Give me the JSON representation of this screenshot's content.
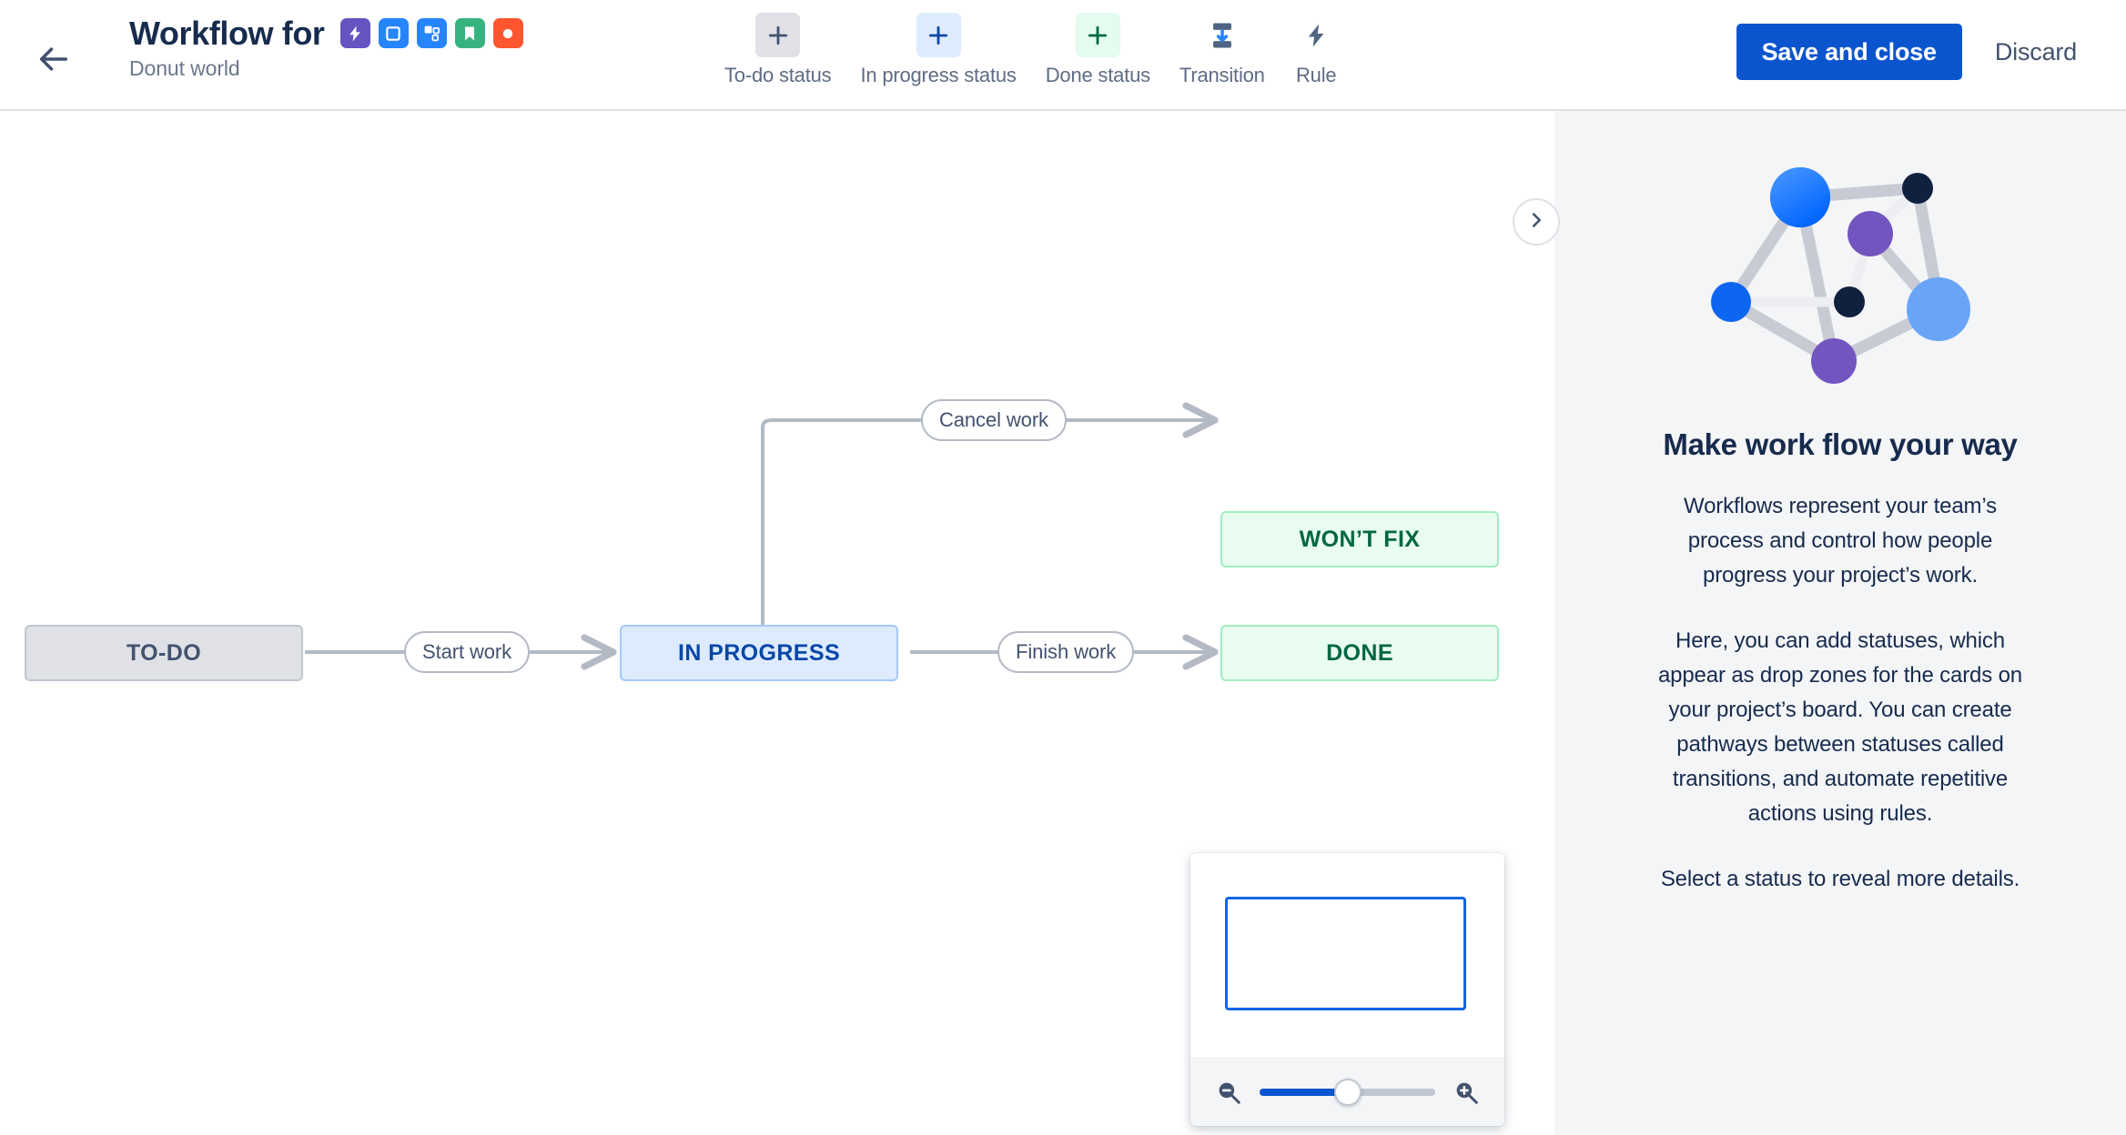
{
  "header": {
    "back_icon": "arrow-left-icon",
    "title": "Workflow for",
    "subtitle": "Donut world",
    "project_icons": [
      {
        "name": "lightning-bolt-icon",
        "color": "#6554c0"
      },
      {
        "name": "square-outline-icon",
        "color": "#2684ff"
      },
      {
        "name": "connected-nodes-icon",
        "color": "#2684ff"
      },
      {
        "name": "bookmark-icon",
        "color": "#36b37e"
      },
      {
        "name": "circle-filled-icon",
        "color": "#ff5630"
      }
    ],
    "tools": [
      {
        "label": "To-do status",
        "icon": "plus-icon",
        "bg": "#dfe1e6",
        "fg": "#42526e"
      },
      {
        "label": "In progress status",
        "icon": "plus-icon",
        "bg": "#deebff",
        "fg": "#0747a6"
      },
      {
        "label": "Done status",
        "icon": "plus-icon",
        "bg": "#e3fcef",
        "fg": "#006644"
      },
      {
        "label": "Transition",
        "icon": "transition-icon",
        "bg": "transparent",
        "fg": "#42526e"
      },
      {
        "label": "Rule",
        "icon": "lightning-bolt-icon",
        "bg": "transparent",
        "fg": "#42526e"
      }
    ],
    "save_label": "Save and close",
    "discard_label": "Discard",
    "primary_color": "#0a55ce"
  },
  "canvas": {
    "collapse_icon": "chevron-right-icon",
    "nodes": [
      {
        "id": "todo",
        "label": "TO-DO",
        "category": "to-do",
        "color": "#dfe1e6",
        "text_color": "#42526e"
      },
      {
        "id": "inprogress",
        "label": "IN PROGRESS",
        "category": "in-progress",
        "color": "#deebff",
        "text_color": "#0747a6"
      },
      {
        "id": "wontfix",
        "label": "WON’T FIX",
        "category": "done",
        "color": "#e8fcef",
        "text_color": "#006644"
      },
      {
        "id": "done",
        "label": "DONE",
        "category": "done",
        "color": "#e8fcef",
        "text_color": "#006644"
      }
    ],
    "transitions": [
      {
        "id": "start",
        "label": "Start work",
        "from": "todo",
        "to": "inprogress"
      },
      {
        "id": "cancel",
        "label": "Cancel work",
        "from": "inprogress",
        "to": "wontfix"
      },
      {
        "id": "finish",
        "label": "Finish work",
        "from": "inprogress",
        "to": "done"
      }
    ]
  },
  "minimap": {
    "zoom_out_icon": "zoom-out-icon",
    "zoom_in_icon": "zoom-in-icon",
    "zoom_percent": 50,
    "slider_accent": "#0c55ce",
    "viewport_border": "#0c66e4"
  },
  "panel": {
    "illustration": "workflow-network-illustration",
    "title": "Make work flow your way",
    "paragraph_1": "Workflows represent your team’s process and control how people progress your project’s work.",
    "paragraph_2": "Here, you can add statuses, which appear as drop zones for the cards on your project’s board. You can create pathways between statuses called transitions, and automate repetitive actions using rules.",
    "paragraph_3": "Select a status to reveal more details."
  }
}
